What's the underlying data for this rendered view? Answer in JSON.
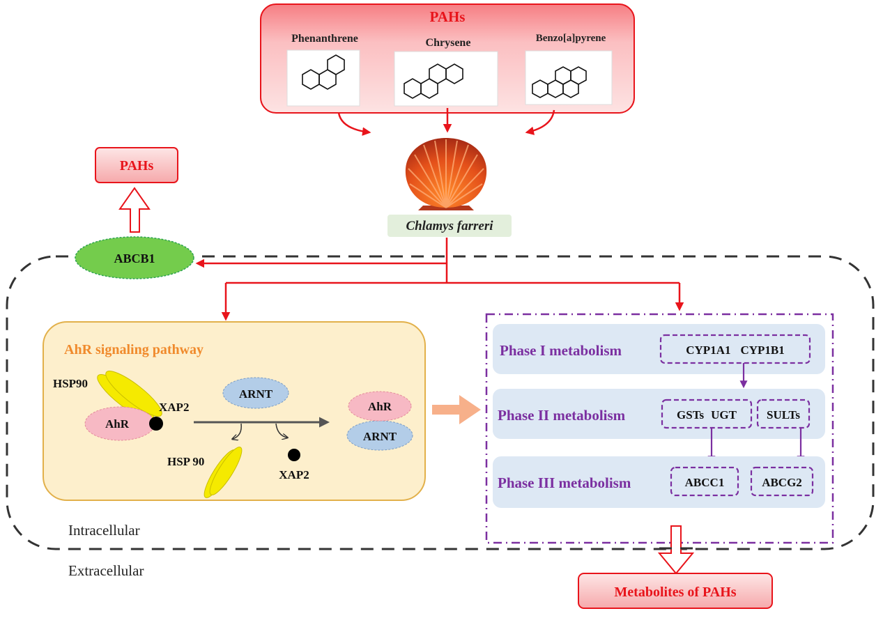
{
  "source_box": {
    "title": "PAHs",
    "compounds": [
      {
        "name": "Phenanthrene",
        "structure_icon": "phenanthrene-structure-icon"
      },
      {
        "name": "Chrysene",
        "structure_icon": "chrysene-structure-icon"
      },
      {
        "name": "Benzo[a]pyrene",
        "structure_icon": "benzo-a-pyrene-structure-icon"
      }
    ]
  },
  "organism": {
    "label": "Chlamys farreri",
    "icon": "scallop-shell-icon"
  },
  "efflux": {
    "transporter": "ABCB1",
    "output": "PAHs"
  },
  "ahr_pathway": {
    "title": "AhR signaling pathway",
    "labels": {
      "hsp90_bound": "HSP90",
      "ahr": "AhR",
      "xap2_bound": "XAP2",
      "arnt": "ARNT",
      "hsp90_released": "HSP 90",
      "xap2_released": "XAP2",
      "complex_ahr": "AhR",
      "complex_arnt": "ARNT"
    }
  },
  "metabolism": {
    "phases": [
      {
        "label": "Phase I metabolism",
        "genes": [
          [
            "CYP1A1",
            "CYP1B1"
          ]
        ]
      },
      {
        "label": "Phase II metabolism",
        "genes": [
          [
            "GSTs",
            "UGT"
          ],
          [
            "SULTs"
          ]
        ]
      },
      {
        "label": "Phase III metabolism",
        "genes": [
          [
            "ABCC1"
          ],
          [
            "ABCG2"
          ]
        ]
      }
    ],
    "output": "Metabolites of PAHs"
  },
  "regions": {
    "inside": "Intracellular",
    "outside": "Extracellular"
  },
  "colors": {
    "red": "#e8141b",
    "pink_fill": "#fbd0d0",
    "green": "#74cc4c",
    "orange_text": "#f08a2c",
    "ahr_box_fill": "#fdefcc",
    "ahr_box_border": "#e2b04a",
    "purple": "#7b2fa0",
    "phase_fill": "#dde8f4",
    "yellow": "#f5ea00",
    "ahr_pink": "#f7b9c4",
    "arnt_blue": "#b3cde8",
    "salmon_arrow": "#f7b08a",
    "label_green_bg": "#e3efdc"
  }
}
